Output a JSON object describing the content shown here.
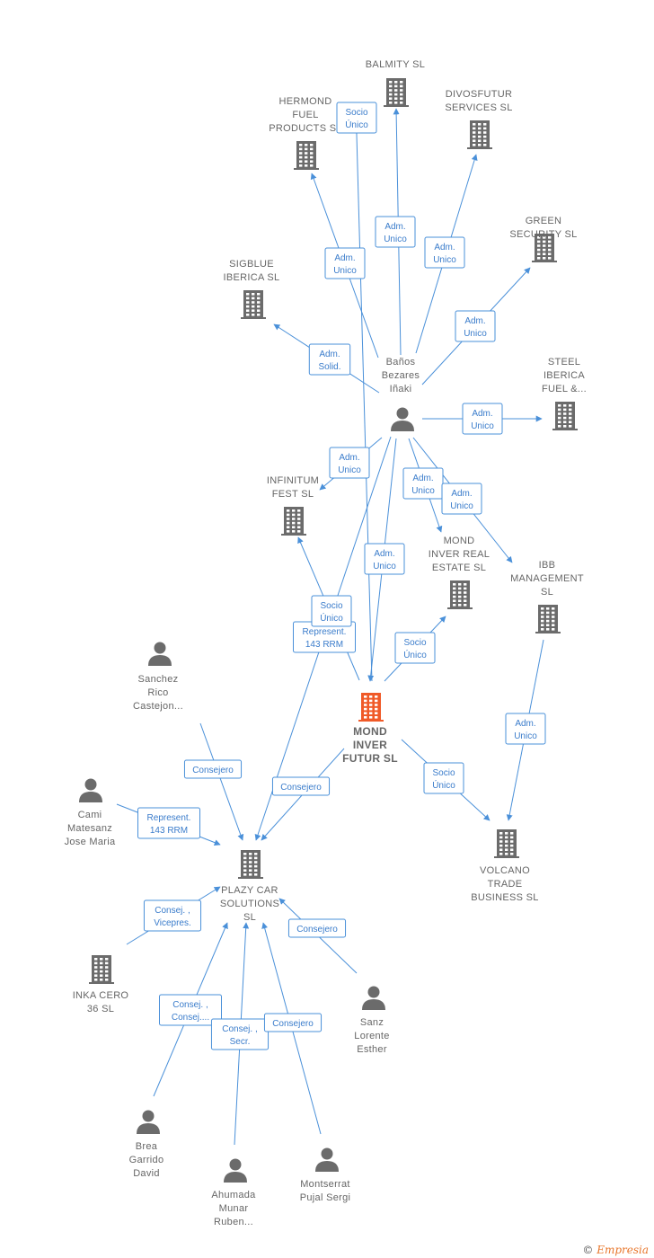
{
  "colors": {
    "edge": "#4a90d9",
    "icon": "#6b6b6b",
    "focus": "#f05a28"
  },
  "nodes": [
    {
      "id": "balmity",
      "type": "company",
      "lines": [
        "BALMITY  SL"
      ]
    },
    {
      "id": "hermond",
      "type": "company",
      "lines": [
        "HERMOND",
        "FUEL",
        "PRODUCTS  SL"
      ]
    },
    {
      "id": "divosfutur",
      "type": "company",
      "lines": [
        "DIVOSFUTUR",
        "SERVICES  SL"
      ]
    },
    {
      "id": "green",
      "type": "company",
      "lines": [
        "GREEN",
        "SECURITY  SL"
      ]
    },
    {
      "id": "sigblue",
      "type": "company",
      "lines": [
        "SIGBLUE",
        "IBERICA  SL"
      ]
    },
    {
      "id": "steel",
      "type": "company",
      "lines": [
        "STEEL",
        "IBERICA",
        "FUEL &..."
      ]
    },
    {
      "id": "banos",
      "type": "person",
      "lines": [
        "Baños",
        "Bezares",
        "Iñaki"
      ]
    },
    {
      "id": "infinitum",
      "type": "company",
      "lines": [
        "INFINITUM",
        "FEST  SL"
      ]
    },
    {
      "id": "mondreal",
      "type": "company",
      "lines": [
        "MOND",
        "INVER REAL",
        "ESTATE  SL"
      ]
    },
    {
      "id": "ibb",
      "type": "company",
      "lines": [
        "IBB",
        "MANAGEMENT",
        "SL"
      ]
    },
    {
      "id": "sanchez",
      "type": "person",
      "lines": [
        "Sanchez",
        "Rico",
        "Castejon..."
      ]
    },
    {
      "id": "mond",
      "type": "focus",
      "lines": [
        "MOND",
        "INVER",
        "FUTUR  SL"
      ]
    },
    {
      "id": "cami",
      "type": "person",
      "lines": [
        "Cami",
        "Matesanz",
        "Jose Maria"
      ]
    },
    {
      "id": "volcano",
      "type": "company",
      "lines": [
        "VOLCANO",
        "TRADE",
        "BUSINESS  SL"
      ]
    },
    {
      "id": "plazy",
      "type": "company",
      "lines": [
        "PLAZY CAR",
        "SOLUTIONS",
        "SL"
      ]
    },
    {
      "id": "inka",
      "type": "company",
      "lines": [
        "INKA CERO",
        "36  SL"
      ]
    },
    {
      "id": "sanz",
      "type": "person",
      "lines": [
        "Sanz",
        "Lorente",
        "Esther"
      ]
    },
    {
      "id": "brea",
      "type": "person",
      "lines": [
        "Brea",
        "Garrido",
        "David"
      ]
    },
    {
      "id": "ahumada",
      "type": "person",
      "lines": [
        "Ahumada",
        "Munar",
        "Ruben..."
      ]
    },
    {
      "id": "montserrat",
      "type": "person",
      "lines": [
        "Montserrat",
        "Pujal Sergi"
      ]
    }
  ],
  "edges": [
    {
      "from": "banos",
      "to": "balmity",
      "label": [
        "Adm.",
        "Unico"
      ]
    },
    {
      "from": "banos",
      "to": "hermond",
      "label": [
        "Adm.",
        "Unico"
      ]
    },
    {
      "from": "banos",
      "to": "divosfutur",
      "label": [
        "Adm.",
        "Unico"
      ]
    },
    {
      "from": "banos",
      "to": "green",
      "label": [
        "Adm.",
        "Unico"
      ]
    },
    {
      "from": "banos",
      "to": "sigblue",
      "label": [
        "Adm.",
        "Solid."
      ]
    },
    {
      "from": "banos",
      "to": "steel",
      "label": [
        "Adm.",
        "Unico"
      ]
    },
    {
      "from": "banos",
      "to": "infinitum",
      "label": [
        "Adm.",
        "Unico"
      ]
    },
    {
      "from": "banos",
      "to": "mondreal",
      "label": [
        "Adm.",
        "Unico"
      ]
    },
    {
      "from": "banos",
      "to": "ibb",
      "label": [
        "Adm.",
        "Unico"
      ]
    },
    {
      "from": "banos",
      "to": "mond",
      "label": [
        "Adm.",
        "Unico"
      ]
    },
    {
      "from": "banos",
      "to": "plazy",
      "label": [
        "Represent.",
        "143 RRM"
      ]
    },
    {
      "from": "mond",
      "to": "infinitum",
      "label": [
        "Socio",
        "Único"
      ]
    },
    {
      "from": "mond",
      "to": "balmity",
      "label": [
        "Socio",
        "Único"
      ]
    },
    {
      "from": "mond",
      "to": "mondreal",
      "label": [
        "Socio",
        "Único"
      ]
    },
    {
      "from": "mond",
      "to": "volcano",
      "label": [
        "Socio",
        "Único"
      ]
    },
    {
      "from": "mond",
      "to": "plazy",
      "label": [
        "Consejero"
      ]
    },
    {
      "from": "ibb",
      "to": "volcano",
      "label": [
        "Adm.",
        "Unico"
      ]
    },
    {
      "from": "sanchez",
      "to": "plazy",
      "label": [
        "Consejero"
      ]
    },
    {
      "from": "cami",
      "to": "plazy",
      "label": [
        "Represent.",
        "143 RRM"
      ]
    },
    {
      "from": "inka",
      "to": "plazy",
      "label": [
        "Consej. ,",
        "Vicepres."
      ]
    },
    {
      "from": "sanz",
      "to": "plazy",
      "label": [
        "Consejero"
      ]
    },
    {
      "from": "brea",
      "to": "plazy",
      "label": [
        "Consej. ,",
        "Consej...."
      ]
    },
    {
      "from": "ahumada",
      "to": "plazy",
      "label": [
        "Consej. ,",
        "Secr."
      ]
    },
    {
      "from": "montserrat",
      "to": "plazy",
      "label": [
        "Consejero"
      ]
    }
  ],
  "footer": {
    "copyright": "©",
    "brand": "Empresia"
  }
}
